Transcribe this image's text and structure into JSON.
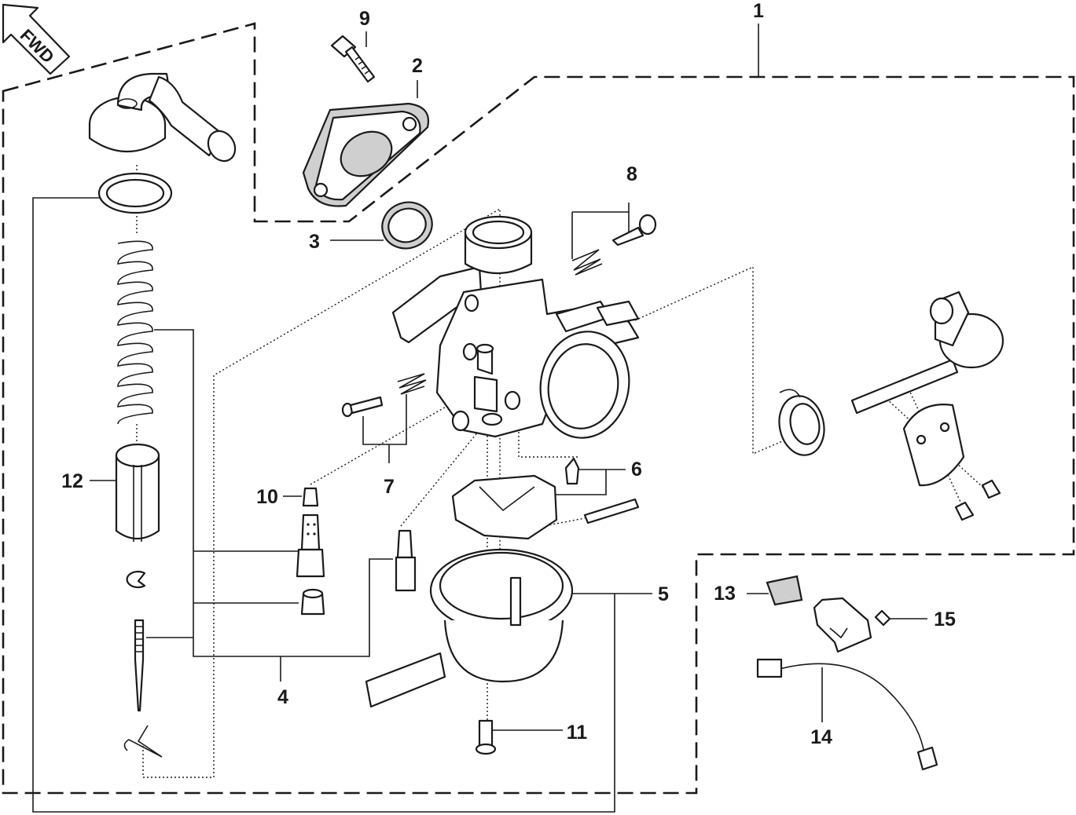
{
  "fwd_label": "FWD",
  "callouts": {
    "c1": "1",
    "c2": "2",
    "c3": "3",
    "c4": "4",
    "c5": "5",
    "c6": "6",
    "c7": "7",
    "c8": "8",
    "c9": "9",
    "c10": "10",
    "c11": "11",
    "c12": "12",
    "c13": "13",
    "c14": "14",
    "c15": "15"
  }
}
